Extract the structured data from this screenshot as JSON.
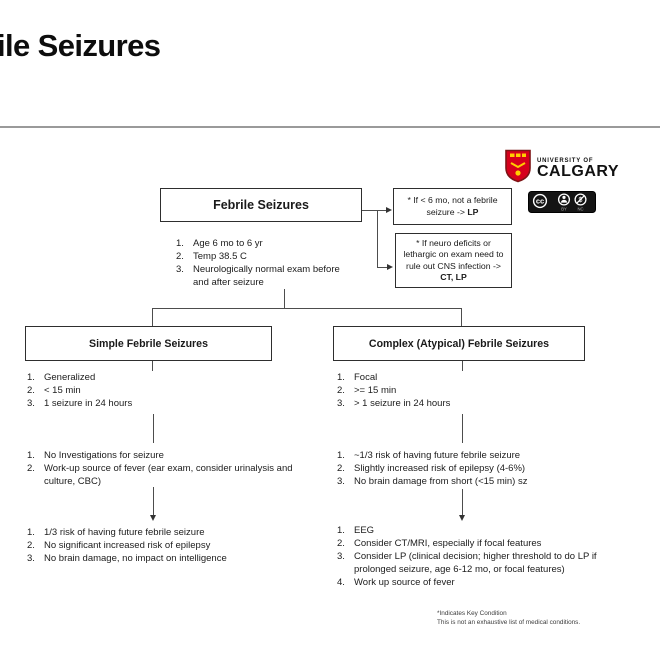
{
  "page": {
    "title": "ile Seizures"
  },
  "logo": {
    "line1": "UNIVERSITY OF",
    "line2": "CALGARY"
  },
  "license": {
    "icons": [
      "cc-icon",
      "attribution-person-icon",
      "non-commercial-dollar-icon"
    ],
    "cc_glyph": "cc",
    "dollar_glyph": "$",
    "labels": {
      "by": "BY",
      "nc": "NC"
    }
  },
  "colors": {
    "brand_red": "#d6001c",
    "brand_gold": "#ffcd00",
    "line": "#4d4d4d"
  },
  "flowchart": {
    "root": {
      "title": "Febrile Seizures"
    },
    "note1": {
      "prefix": "* If < 6 mo, not a febrile seizure -> ",
      "bold": "LP"
    },
    "note2": {
      "prefix": "* If neuro deficits or lethargic on exam need to rule out CNS infection -> ",
      "bold": "CT, LP"
    },
    "criteria": [
      "Age 6 mo to 6 yr",
      "Temp 38.5 C",
      "Neurologically normal exam before and after seizure"
    ],
    "simple": {
      "title": "Simple Febrile Seizures",
      "features": [
        "Generalized",
        "< 15 min",
        "1 seizure in 24 hours"
      ],
      "workup": [
        "No Investigations for seizure",
        "Work-up source of fever (ear exam, consider urinalysis and culture, CBC)"
      ],
      "prognosis": [
        "1/3 risk of having future febrile seizure",
        "No significant increased risk of epilepsy",
        "No brain damage, no impact on intelligence"
      ]
    },
    "complex": {
      "title": "Complex (Atypical) Febrile Seizures",
      "features": [
        "Focal",
        ">= 15 min",
        "> 1 seizure in 24 hours"
      ],
      "prognosis": [
        "~1/3 risk of having future febrile seizure",
        "Slightly increased risk of epilepsy (4-6%)",
        "No brain damage from short (<15 min) sz"
      ],
      "workup": [
        "EEG",
        "Consider CT/MRI, especially if focal features",
        "Consider LP (clinical decision; higher threshold to do LP if prolonged seizure, age 6-12 mo, or focal features)",
        "Work up source of fever"
      ]
    },
    "footnote": [
      "*Indicates Key Condition",
      "This is not an exhaustive list of medical conditions."
    ]
  }
}
